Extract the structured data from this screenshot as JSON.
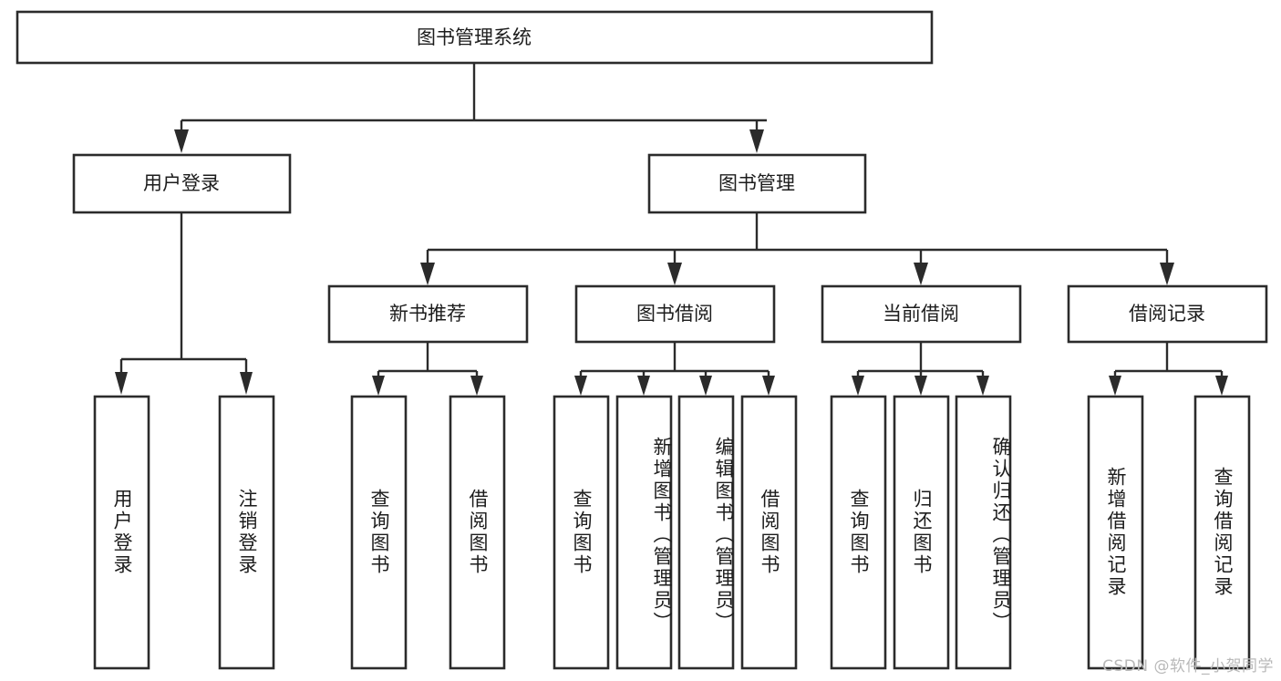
{
  "diagram": {
    "type": "tree-hierarchy",
    "title": "图书管理系统",
    "orientation": "top-down",
    "style": {
      "box_stroke": "#2b2b2b",
      "box_fill": "#ffffff",
      "background": "#ffffff",
      "text_color": "#1c1c1c"
    },
    "levels": {
      "level1": {
        "label": "图书管理系统"
      },
      "level2": [
        {
          "label": "用户登录"
        },
        {
          "label": "图书管理"
        }
      ],
      "level3": [
        {
          "label": "新书推荐"
        },
        {
          "label": "图书借阅"
        },
        {
          "label": "当前借阅"
        },
        {
          "label": "借阅记录"
        }
      ],
      "leaves": [
        {
          "label": "用户登录",
          "parent": "用户登录"
        },
        {
          "label": "注销登录",
          "parent": "用户登录"
        },
        {
          "label": "查询图书",
          "parent": "新书推荐"
        },
        {
          "label": "借阅图书",
          "parent": "新书推荐"
        },
        {
          "label": "查询图书",
          "parent": "图书借阅"
        },
        {
          "label": "新增图书（管理员）",
          "parent": "图书借阅"
        },
        {
          "label": "编辑图书（管理员）",
          "parent": "图书借阅"
        },
        {
          "label": "借阅图书",
          "parent": "图书借阅"
        },
        {
          "label": "查询图书",
          "parent": "当前借阅"
        },
        {
          "label": "归还图书",
          "parent": "当前借阅"
        },
        {
          "label": "确认归还（管理员）",
          "parent": "当前借阅"
        },
        {
          "label": "新增借阅记录",
          "parent": "借阅记录"
        },
        {
          "label": "查询借阅记录",
          "parent": "借阅记录"
        }
      ]
    }
  },
  "watermark": {
    "text": "CSDN @软件_小贺同学"
  }
}
